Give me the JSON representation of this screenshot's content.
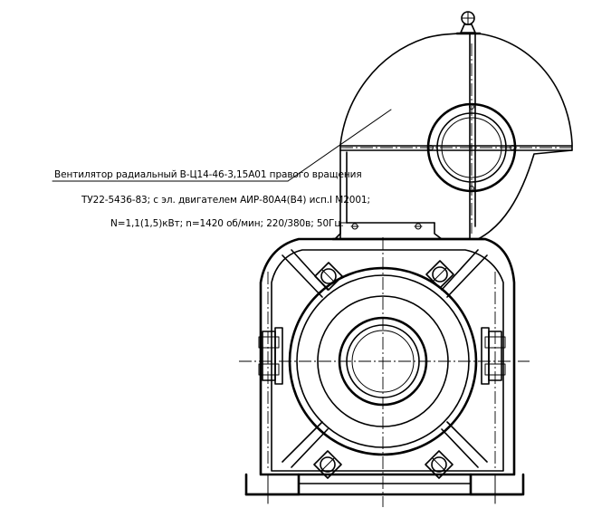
{
  "callout": {
    "line1": "Вентилятор радиальный В-Ц14-46-3,15А01 правого вращения",
    "line2": "ТУ22-5436-83; с эл. двигателем АИР-80А4(В4) исп.I М2001;",
    "line3": "N=1,1(1,5)кВт; n=1420 об/мин; 220/380в; 50Гц."
  }
}
